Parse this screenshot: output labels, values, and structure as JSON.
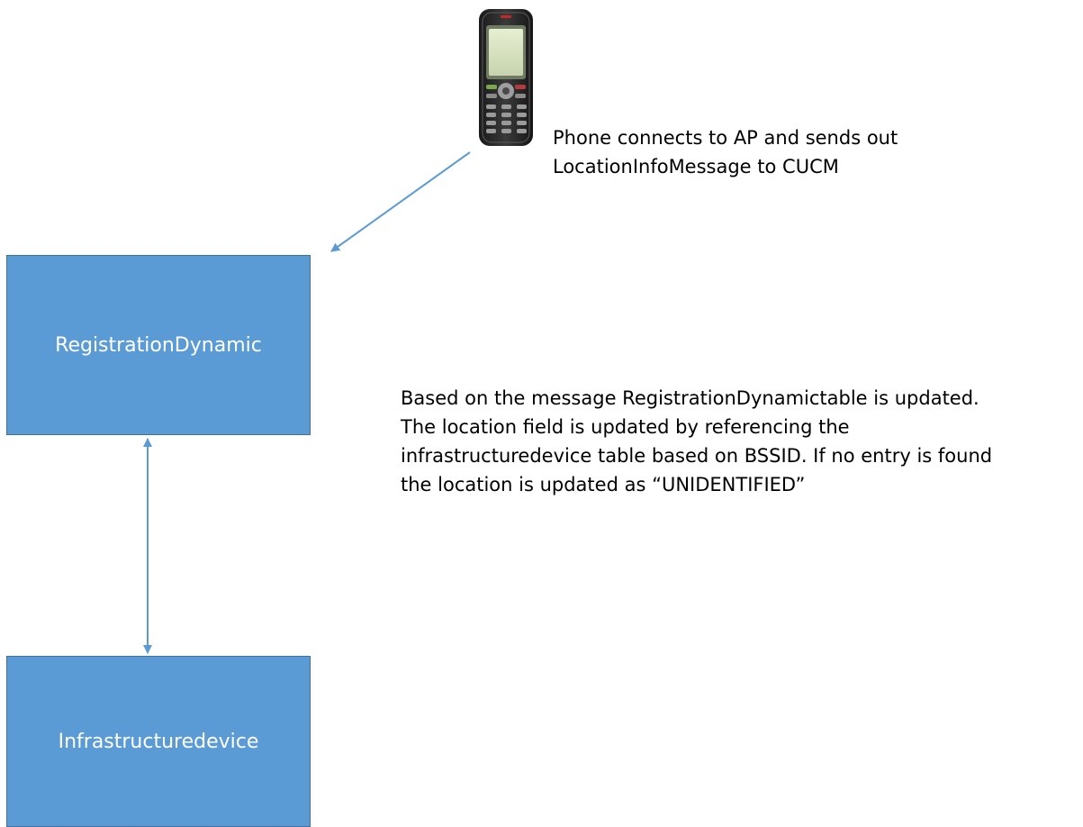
{
  "nodes": {
    "registration_dynamic": "RegistrationDynamic",
    "infrastructure_device": "Infrastructuredevice"
  },
  "captions": {
    "phone_note": "Phone connects to AP and sends out\nLocationInfoMessage to CUCM",
    "update_note": "Based on the message RegistrationDynamictable is updated.\nThe location field is updated by referencing the\ninfrastructuredevice table based on BSSID. If no entry is found\nthe location is updated as “UNIDENTIFIED”"
  },
  "colors": {
    "box_fill": "#5b9bd5",
    "box_border": "#41719c",
    "arrow": "#5b9bd5"
  },
  "icons": {
    "device": "ip-phone-icon"
  }
}
